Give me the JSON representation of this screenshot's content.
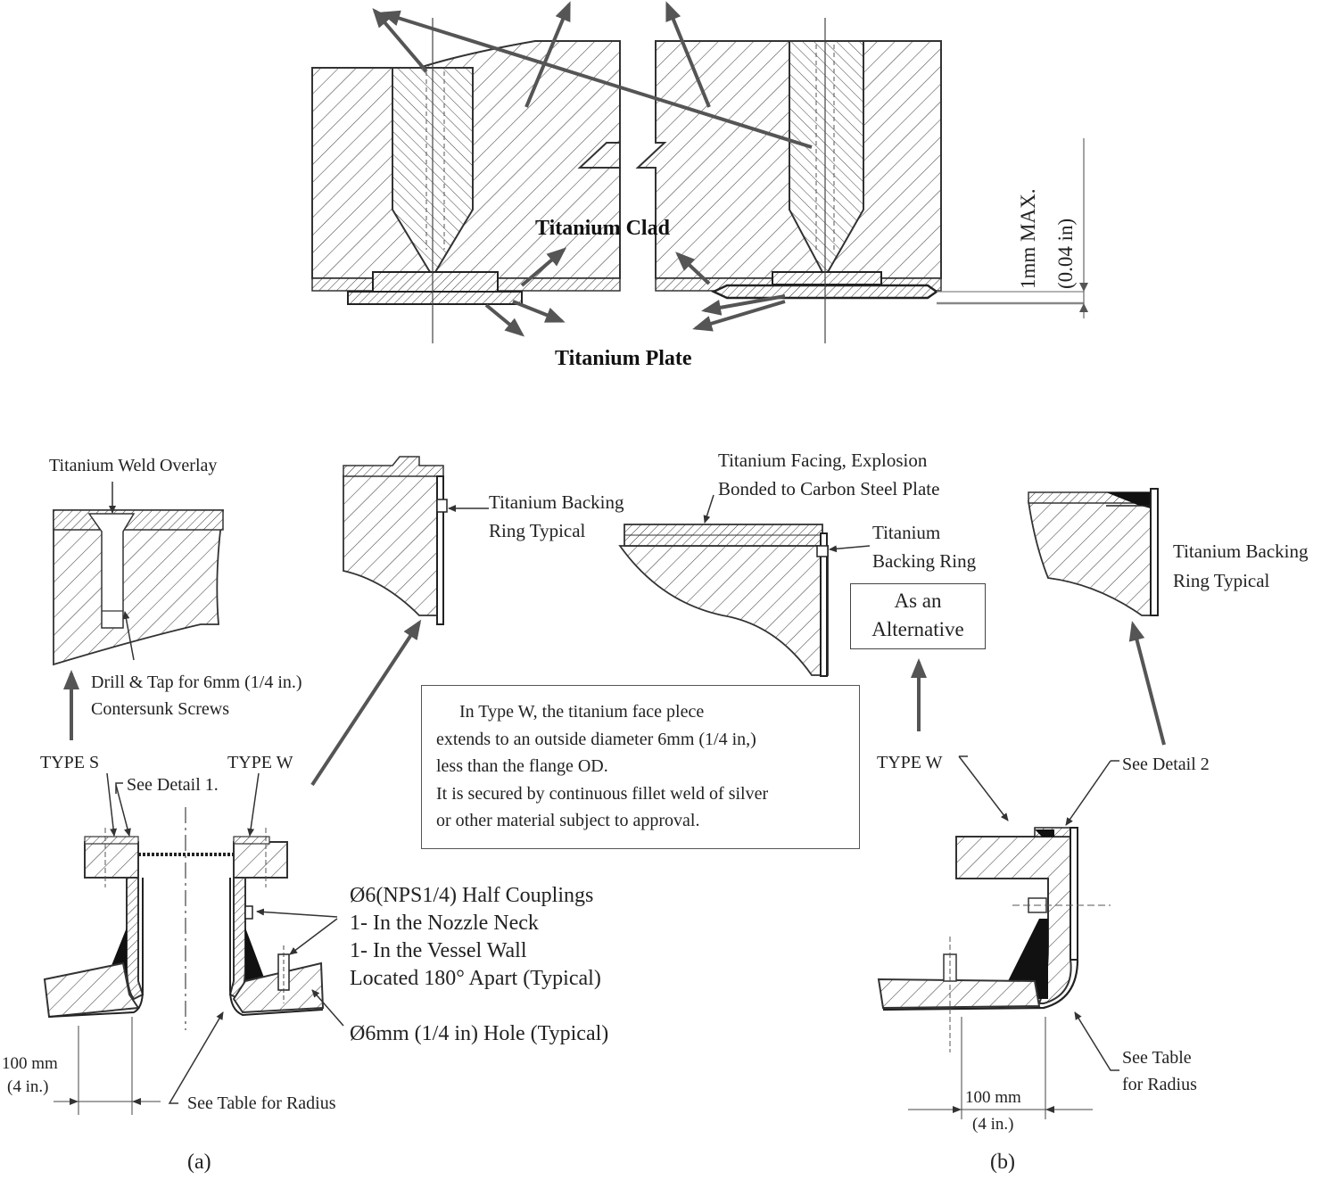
{
  "top_detail": {
    "titanium_clad": "Titanium Clad",
    "titanium_plate": "Titanium Plate",
    "max_gap_line1": "1mm MAX.",
    "max_gap_line2": "(0.04 in)"
  },
  "panel_a": {
    "weld_overlay": "Titanium  Weld Overlay",
    "drill_tap_line1": "Drill & Tap for 6mm (1/4 in.)",
    "drill_tap_line2": "Contersunk Screws",
    "type_s": "TYPE S",
    "type_w": "TYPE W",
    "see_detail_1": "See Detail 1.",
    "backing_ring_line1": "Titanium Backing",
    "backing_ring_line2": "Ring Typical",
    "couplings_line1": "Ø6(NPS1/4) Half Couplings",
    "couplings_line2": "1- In the Nozzle Neck",
    "couplings_line3": "1- In the Vessel Wall",
    "couplings_line4": "Located 180° Apart (Typical)",
    "hole": "Ø6mm (1/4 in) Hole (Typical)",
    "dim_line1": "100 mm",
    "dim_line2": "(4 in.)",
    "see_table_radius": "See Table for Radius",
    "caption": "(a)"
  },
  "center_detail": {
    "facing_line1": "Titanium Facing, Explosion",
    "facing_line2": "Bonded to Carbon Steel Plate",
    "backing_ring_line1": "Titanium",
    "backing_ring_line2": "Backing Ring",
    "alternative_line1": "As an",
    "alternative_line2": "Alternative"
  },
  "note": {
    "line1": "In Type W, the titanium face plece",
    "line2": "extends to an outside diameter 6mm (1/4 in,)",
    "line3": "less than the flange OD.",
    "line4": "It is secured by continuous fillet weld of silver",
    "line5": "or other material subject to approval."
  },
  "panel_b": {
    "backing_ring_line1": "Titanium Backing",
    "backing_ring_line2": "Ring Typical",
    "type_w": "TYPE W",
    "see_detail_2": "See Detail 2",
    "see_table_line1": "See Table",
    "see_table_line2": "for Radius",
    "dim_line1": "100 mm",
    "dim_line2": "(4 in.)",
    "caption": "(b)"
  },
  "colors": {
    "line": "#333333",
    "arrow": "#555555",
    "weld": "#111111"
  }
}
